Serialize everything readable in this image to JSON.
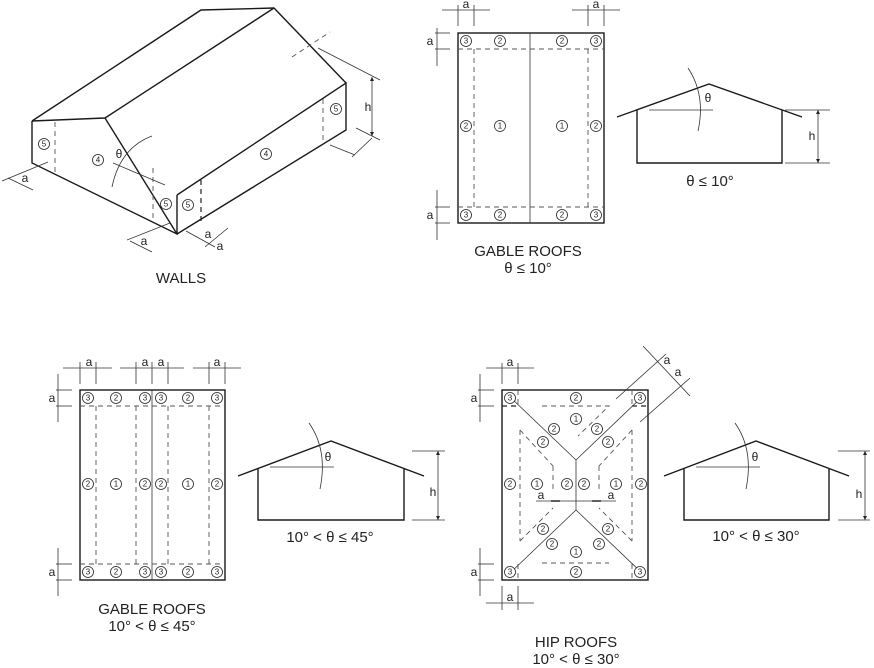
{
  "figures": {
    "walls": {
      "caption": "WALLS",
      "zones": [
        "5",
        "4",
        "5",
        "5",
        "4",
        "5"
      ],
      "dimension_labels": [
        "a",
        "a",
        "a",
        "a",
        "h"
      ],
      "angle_label": "θ"
    },
    "gable_low": {
      "caption_line1": "GABLE ROOFS",
      "caption_line2": "θ ≤ 10°",
      "section_label": "θ ≤ 10°",
      "angle_label": "θ",
      "height_label": "h",
      "dimension_label": "a",
      "zones_top": [
        "3",
        "2",
        "2",
        "3"
      ],
      "zones_mid": [
        "2",
        "1",
        "1",
        "2"
      ],
      "zones_bottom": [
        "3",
        "2",
        "2",
        "3"
      ]
    },
    "gable_mid": {
      "caption_line1": "GABLE ROOFS",
      "caption_line2": "10° < θ ≤ 45°",
      "section_label": "10° < θ ≤ 45°",
      "angle_label": "θ",
      "height_label": "h",
      "dimension_label": "a",
      "zones_top": [
        "3",
        "2",
        "3",
        "3",
        "2",
        "3"
      ],
      "zones_mid": [
        "2",
        "1",
        "2",
        "2",
        "1",
        "2"
      ],
      "zones_bottom": [
        "3",
        "2",
        "3",
        "3",
        "2",
        "3"
      ]
    },
    "hip": {
      "caption_line1": "HIP ROOFS",
      "caption_line2": "10° < θ ≤ 30°",
      "section_label": "10° < θ ≤ 30°",
      "angle_label": "θ",
      "height_label": "h",
      "dimension_label": "a",
      "zones": [
        "3",
        "2",
        "3",
        "1",
        "2",
        "2",
        "2",
        "2",
        "2",
        "1",
        "2",
        "2",
        "1",
        "2",
        "2",
        "2",
        "2",
        "2",
        "1",
        "3",
        "2",
        "3"
      ]
    }
  }
}
